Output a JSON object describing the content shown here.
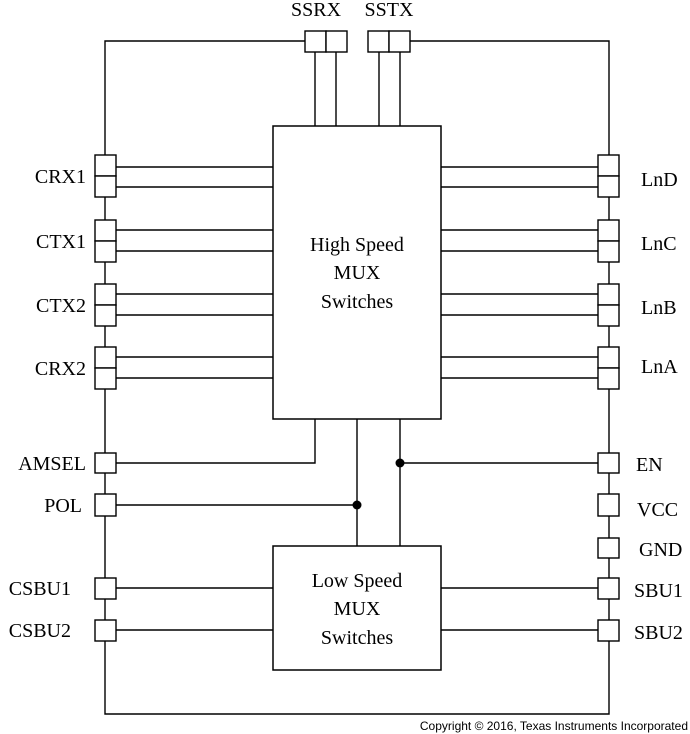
{
  "top_pins": {
    "ssrx": "SSRX",
    "sstx": "SSTX"
  },
  "left_pins": {
    "crx1": "CRX1",
    "ctx1": "CTX1",
    "ctx2": "CTX2",
    "crx2": "CRX2",
    "amsel": "AMSEL",
    "pol": "POL",
    "csbu1": "CSBU1",
    "csbu2": "CSBU2"
  },
  "right_pins": {
    "lnd": "LnD",
    "lnc": "LnC",
    "lnb": "LnB",
    "lna": "LnA",
    "en": "EN",
    "vcc": "VCC",
    "gnd": "GND",
    "sbu1": "SBU1",
    "sbu2": "SBU2"
  },
  "high_speed_block": {
    "line1": "High Speed",
    "line2": "MUX",
    "line3": "Switches"
  },
  "low_speed_block": {
    "line1": "Low Speed",
    "line2": "MUX",
    "line3": "Switches"
  },
  "copyright": "Copyright © 2016, Texas Instruments Incorporated"
}
